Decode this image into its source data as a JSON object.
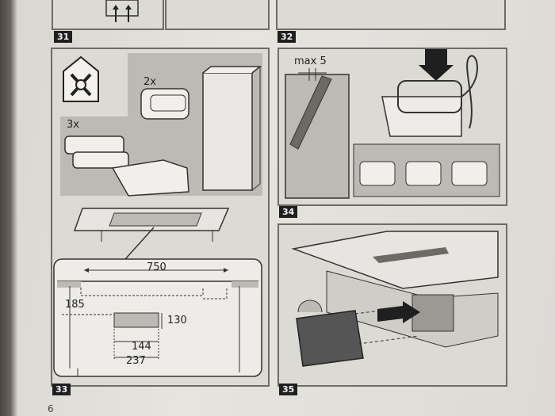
{
  "page": {
    "number": "6"
  },
  "steps": [
    {
      "id": "31",
      "label": "31"
    },
    {
      "id": "32",
      "label": "32"
    },
    {
      "id": "33",
      "label": "33",
      "labels": {
        "width": "750",
        "height_offset": "185",
        "duct_height": "130",
        "duct_width": "144",
        "offset": "237"
      }
    },
    {
      "id": "34",
      "label": "34",
      "labels": {
        "max_gap": "max 5"
      }
    },
    {
      "id": "35",
      "label": "35"
    }
  ],
  "parts": {
    "bend_qty": "2x",
    "clip_qty": "3x"
  },
  "icons": {
    "no_tools": "no-tools-icon"
  },
  "colors": {
    "panel_border": "#6f6b66",
    "panel_fill": "#dcdad5",
    "shaded": "#bdbab5",
    "badge": "#1f1f1f"
  }
}
